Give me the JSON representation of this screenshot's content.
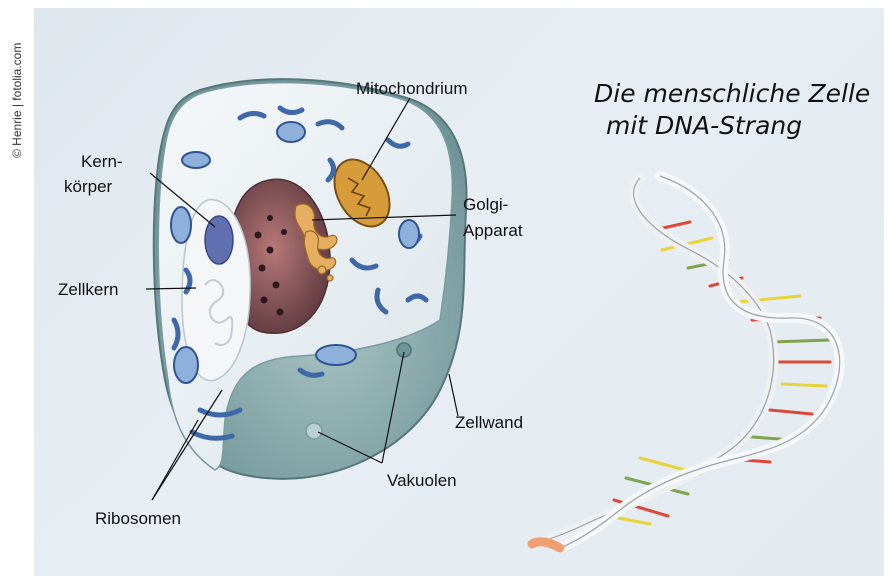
{
  "credit": "© Henrie | fotolia.com",
  "title": {
    "line1": "Die menschliche Zelle",
    "line2": "mit DNA-Strang"
  },
  "labels": {
    "mitochondrium": "Mitochondrium",
    "kernkoerper_1": "Kern-",
    "kernkoerper_2": "körper",
    "golgi_1": "Golgi-",
    "golgi_2": "Apparat",
    "zellkern": "Zellkern",
    "zellwand": "Zellwand",
    "vakuolen": "Vakuolen",
    "ribosomen": "Ribosomen"
  },
  "colors": {
    "cytoplasm": "#eef3f6",
    "cell_shell": "#7fa3a8",
    "organelle_blue": "#3f68a8",
    "mitochondrium": "#c8902c",
    "golgi": "#e0a554",
    "nucleus": "#9c5a5a",
    "dna_ribbon": "#f3f4f5",
    "base_red": "#d94a3a",
    "base_yellow": "#e7d33a",
    "base_green": "#7fa44a"
  }
}
